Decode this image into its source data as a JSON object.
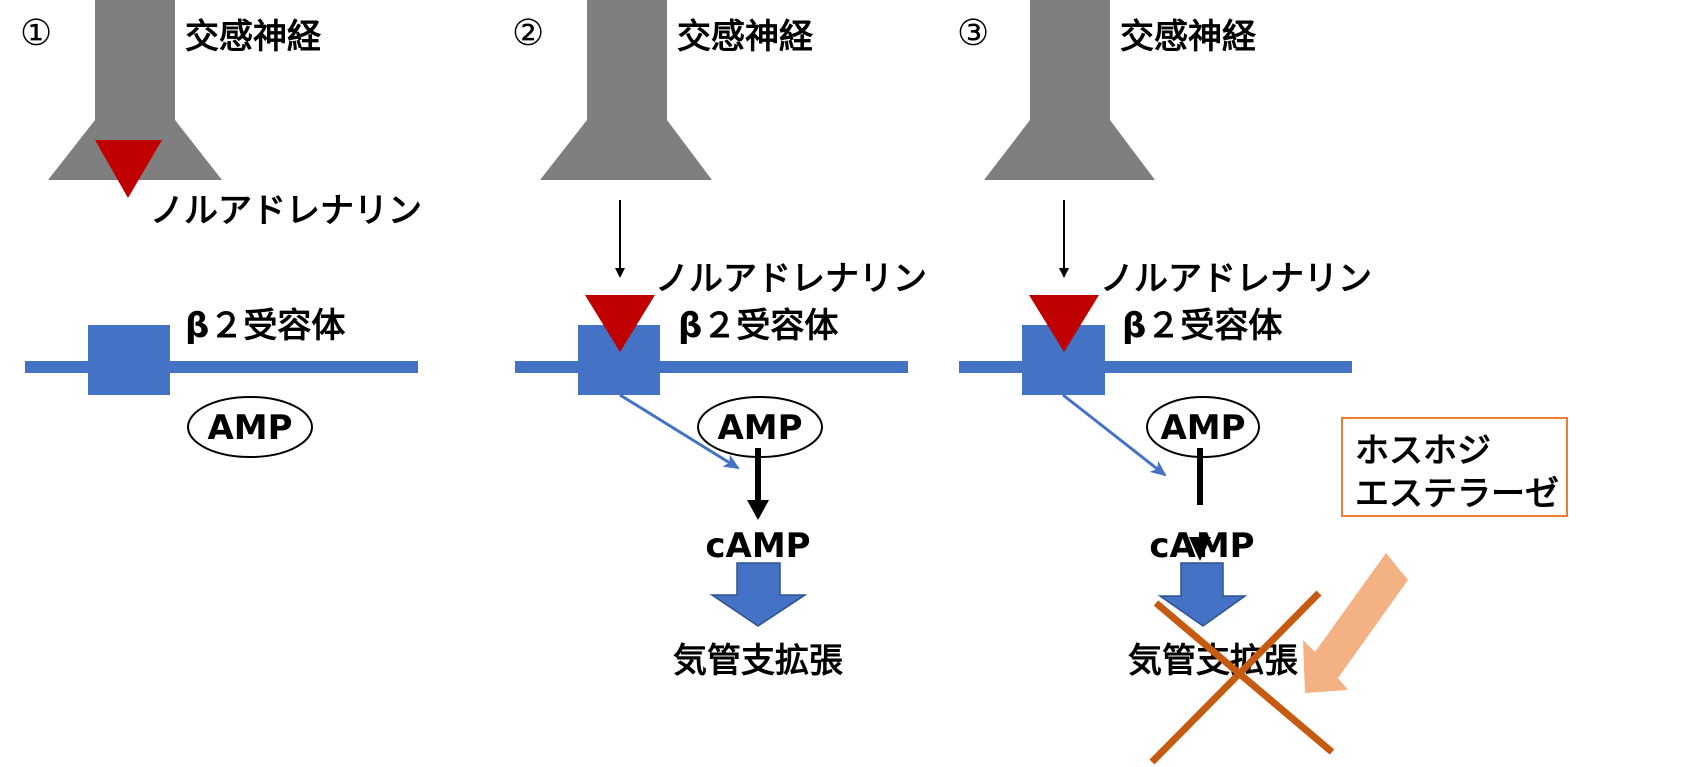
{
  "panels": [
    {
      "number": "①",
      "nerve": "交感神経",
      "transmitter": "ノルアドレナリン",
      "receptor": "β２受容体",
      "amp": "AMP"
    },
    {
      "number": "②",
      "nerve": "交感神経",
      "transmitter": "ノルアドレナリン",
      "receptor": "β２受容体",
      "amp": "AMP",
      "camp": "cAMP",
      "effect": "気管支拡張"
    },
    {
      "number": "③",
      "nerve": "交感神経",
      "transmitter": "ノルアドレナリン",
      "receptor": "β２受容体",
      "amp": "AMP",
      "camp": "cAMP",
      "effect": "気管支拡張"
    }
  ],
  "callout": {
    "line1": "ホスホジ",
    "line2": "エステラーゼ"
  },
  "colors": {
    "nerve": "#7F7F7F",
    "noradrenaline": "#C00000",
    "receptor": "#4472C4",
    "cross": "#C55A11",
    "callout_border": "#ED7D31",
    "callout_arrow": "#F4B183"
  }
}
